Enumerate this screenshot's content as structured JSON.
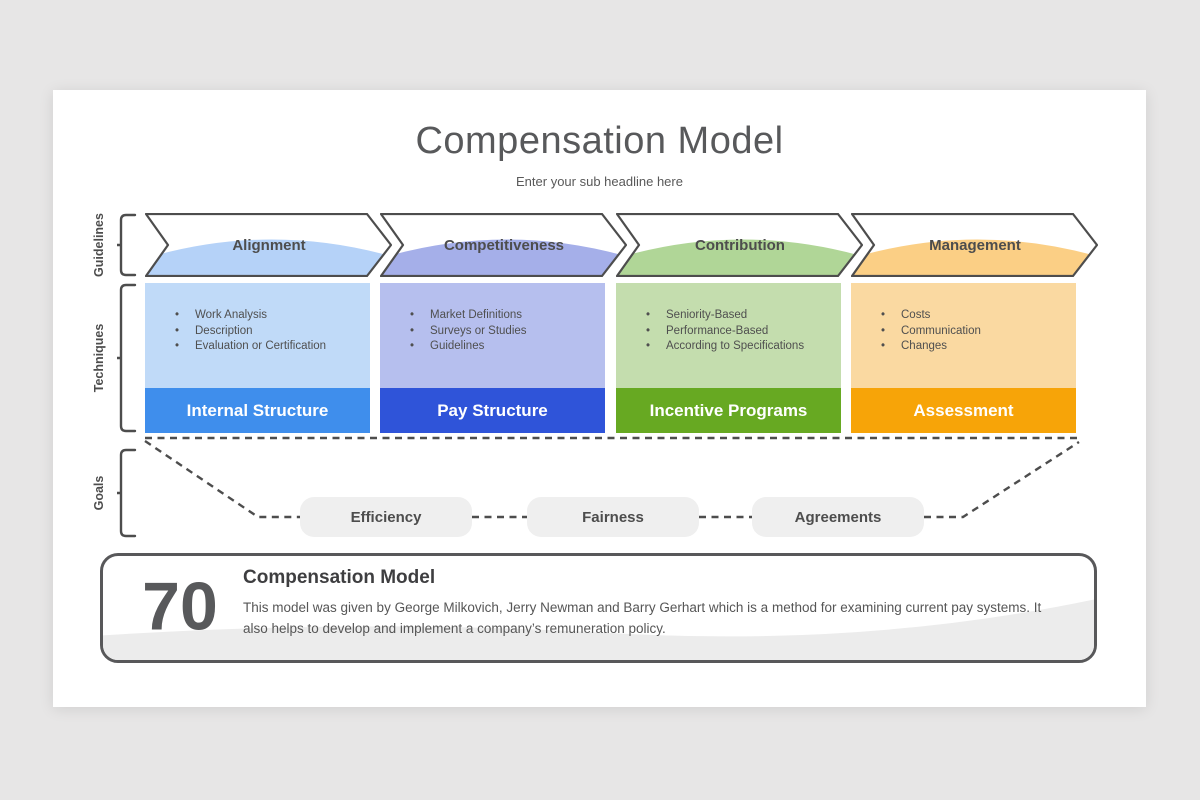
{
  "slide": {
    "title": "Compensation Model",
    "subtitle": "Enter your sub headline here"
  },
  "rails": [
    {
      "label": "Guidelines"
    },
    {
      "label": "Techniques"
    },
    {
      "label": "Goals"
    }
  ],
  "columns": [
    {
      "header": "Alignment",
      "items": [
        "Work Analysis",
        "Description",
        "Evaluation or Certification"
      ],
      "footer": "Internal Structure",
      "colors": {
        "dome": "#B5D2F8",
        "light": "#C0DAF8",
        "bar": "#3F8EEC"
      }
    },
    {
      "header": "Competitiveness",
      "items": [
        "Market Definitions",
        "Surveys or Studies",
        "Guidelines"
      ],
      "footer": "Pay Structure",
      "colors": {
        "dome": "#A5AFE9",
        "light": "#B6BFEE",
        "bar": "#2F54D9"
      }
    },
    {
      "header": "Contribution",
      "items": [
        "Seniority-Based",
        "Performance-Based",
        "According to Specifications"
      ],
      "footer": "Incentive Programs",
      "colors": {
        "dome": "#B0D697",
        "light": "#C4DDAE",
        "bar": "#67A922"
      }
    },
    {
      "header": "Management",
      "items": [
        "Costs",
        "Communication",
        "Changes"
      ],
      "footer": "Assessment",
      "colors": {
        "dome": "#FBCF85",
        "light": "#FAD9A1",
        "bar": "#F7A408"
      }
    }
  ],
  "goals": [
    {
      "label": "Efficiency"
    },
    {
      "label": "Fairness"
    },
    {
      "label": "Agreements"
    }
  ],
  "footer_card": {
    "number": "70",
    "title": "Compensation Model",
    "description": "This model was given by George Milkovich, Jerry Newman and Barry Gerhart which is a method for examining current pay systems. It also helps to develop and implement a company’s remuneration policy."
  },
  "colors": {
    "canvas_background": "#E7E6E6",
    "outline_gray": "#4D4D4D",
    "pill_background": "#EFEFEF",
    "card_border": "#58585A"
  }
}
